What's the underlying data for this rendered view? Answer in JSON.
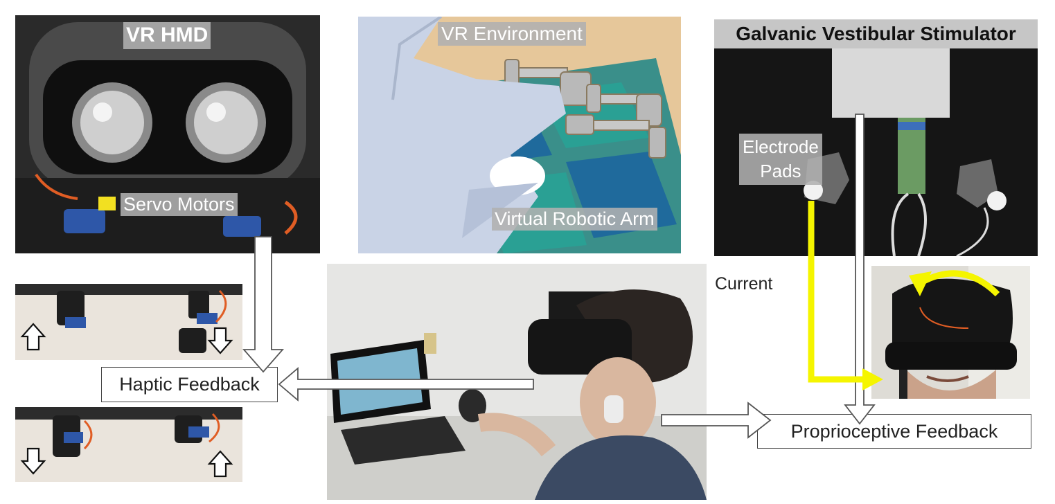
{
  "labels": {
    "vr_hmd": "VR HMD",
    "servo_motors": "Servo Motors",
    "vr_environment": "VR Environment",
    "virtual_robotic_arm": "Virtual Robotic Arm",
    "gvs": "Galvanic Vestibular Stimulator",
    "electrode_line1": "Electrode",
    "electrode_line2": "Pads",
    "current": "Current",
    "haptic_feedback": "Haptic Feedback",
    "proprioceptive_feedback": "Proprioceptive Feedback"
  },
  "colors": {
    "current_arrow": "#f5f500",
    "arrow_outline": "#555555",
    "label_bg": "#b0b0b0",
    "dark_photo": "#151515"
  },
  "icons": [
    "arrow-up-icon",
    "arrow-down-icon",
    "curved-rotation-arrow-icon"
  ]
}
